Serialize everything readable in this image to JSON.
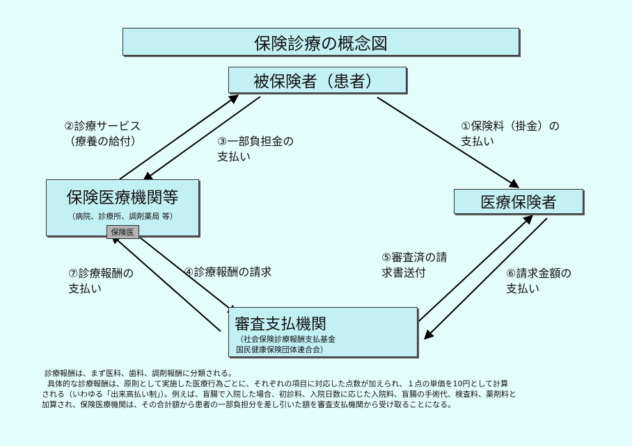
{
  "title": "保険診療の概念図",
  "nodes": {
    "insured": "被保険者（患者）",
    "provider": {
      "name": "保険医療機関等",
      "sub": "（病院、診療所、調剤薬局 等）",
      "tag": "保険医"
    },
    "insurer": "医療保険者",
    "review": {
      "name": "審査支払機関",
      "sub1": "（社会保険診療報酬支払基金",
      "sub2": "国民健康保険団体連合会）"
    }
  },
  "flows": {
    "f1": "①保険料（掛金）の\n支払い",
    "f2": "②診療サービス\n（療養の給付）",
    "f3": "③一部負担金の\n支払い",
    "f4": "④診療報酬の請求",
    "f5": "⑤審査済の請\n求書送付",
    "f6": "⑥請求金額の\n支払い",
    "f7": "⑦診療報酬の\n支払い"
  },
  "footnote": {
    "line1": "診療報酬は、まず医科、歯科、調剤報酬に分類される。",
    "line2": "具体的な診療報酬は、原則として実施した医療行為ごとに、それぞれの項目に対応した点数が加えられ、１点の単価を10円として計算",
    "line3": "される（いわゆる「出来高払い制」）。例えば、盲腸で入院した場合、初診料、入院日数に応じた入院料、盲腸の手術代、検査料、薬剤料と",
    "line4": "加算され、保険医療機関は、その合計額から患者の一部負担分を差し引いた額を審査支払機関から受け取ることになる。"
  }
}
